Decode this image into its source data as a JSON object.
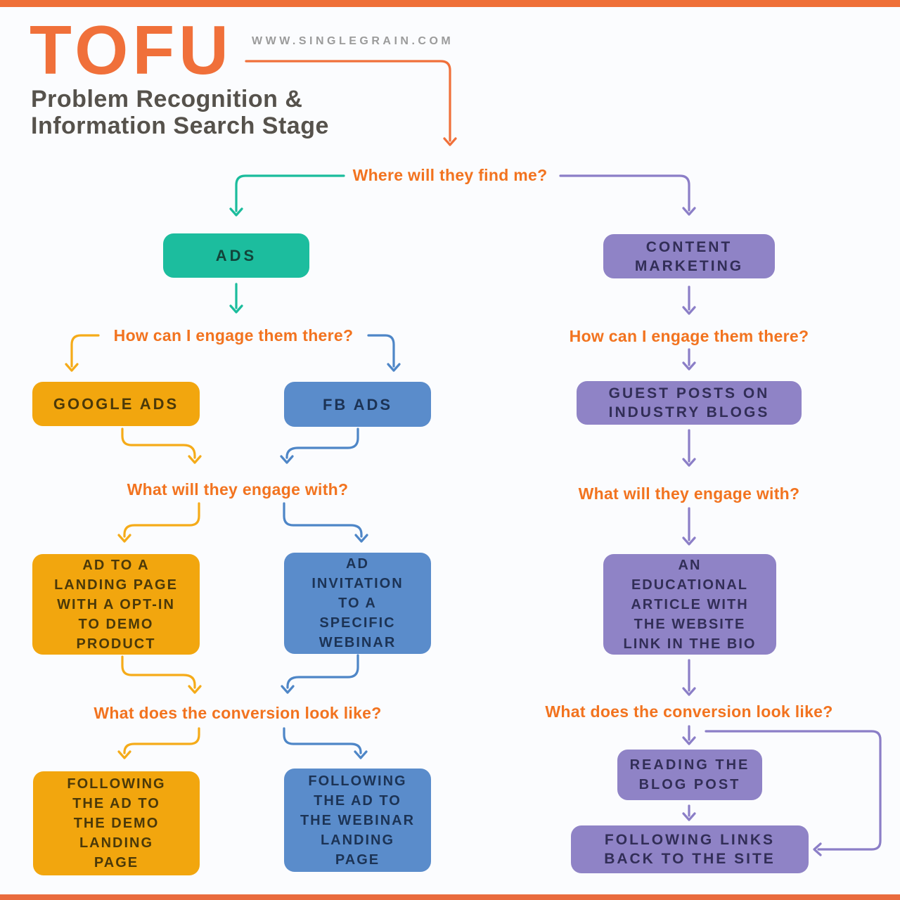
{
  "page": {
    "background": "#FBFCFE",
    "top_bar_color": "#EF7038",
    "bottom_bar_color": "#E96B3D"
  },
  "header": {
    "title": "TOFU",
    "website": "WWW.SINGLEGRAIN.COM",
    "subtitle": "Problem Recognition &\nInformation Search Stage",
    "title_color": "#F0703A"
  },
  "questions": {
    "where_find": "Where will they find me?",
    "how_engage": "How can I engage them there?",
    "what_engage": "What will they engage with?",
    "conversion": "What does the conversion look like?"
  },
  "nodes": {
    "ads": {
      "label": "ADS",
      "color": "#1CBD9E"
    },
    "content_marketing": {
      "label": "CONTENT\nMARKETING",
      "color": "#8F83C6"
    },
    "google_ads": {
      "label": "GOOGLE ADS",
      "color": "#F2A60E"
    },
    "fb_ads": {
      "label": "FB ADS",
      "color": "#5A8CCB"
    },
    "guest_posts": {
      "label": "GUEST POSTS ON\nINDUSTRY BLOGS",
      "color": "#8F83C6"
    },
    "ad_landing_page": {
      "label": "AD TO A\nLANDING PAGE\nWITH A OPT-IN\nTO DEMO\nPRODUCT",
      "color": "#F2A60E"
    },
    "ad_invitation": {
      "label": "AD\nINVITATION\nTO A\nSPECIFIC\nWEBINAR",
      "color": "#5A8CCB"
    },
    "educational_article": {
      "label": "AN\nEDUCATIONAL\nARTICLE WITH\nTHE WEBSITE\nLINK IN THE BIO",
      "color": "#8F83C6"
    },
    "following_demo": {
      "label": "FOLLOWING\nTHE AD TO\nTHE DEMO\nLANDING\nPAGE",
      "color": "#F2A60E"
    },
    "following_webinar": {
      "label": "FOLLOWING\nTHE AD TO\nTHE WEBINAR\nLANDING\nPAGE",
      "color": "#5A8CCB"
    },
    "reading_blog": {
      "label": "READING THE\nBLOG POST",
      "color": "#8F83C6"
    },
    "following_links": {
      "label": "FOLLOWING LINKS\nBACK TO THE SITE",
      "color": "#8F83C6"
    }
  },
  "connector_colors": {
    "orange": "#F0703A",
    "teal": "#1ABC9C",
    "purple": "#8B7EC7",
    "yellow": "#F5AB19",
    "blue": "#4E86C7"
  },
  "decorations": {
    "gray_arrow_icon": "arrow-pointing-down-left",
    "count": 6,
    "color": "#E4E4E6"
  }
}
